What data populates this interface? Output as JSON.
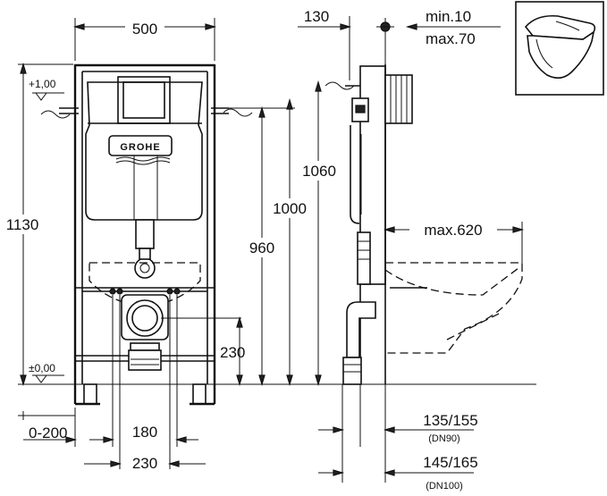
{
  "brand": "GROHE",
  "front_view": {
    "width": "500",
    "height_total": "1130",
    "height_upper": "1060",
    "height_mid": "1000",
    "height_lower": "960",
    "drain_height": "230",
    "offset_range": "0-200",
    "spacing_small": "180",
    "spacing_large": "230",
    "level_top": "+1,00",
    "level_floor": "±0,00"
  },
  "side_view": {
    "depth": "130",
    "wall_min": "min.10",
    "wall_max": "max.70",
    "bowl_max": "max.620",
    "drain_a": "135/155",
    "drain_a_note": "(DN90)",
    "drain_b": "145/165",
    "drain_b_note": "(DN100)"
  }
}
